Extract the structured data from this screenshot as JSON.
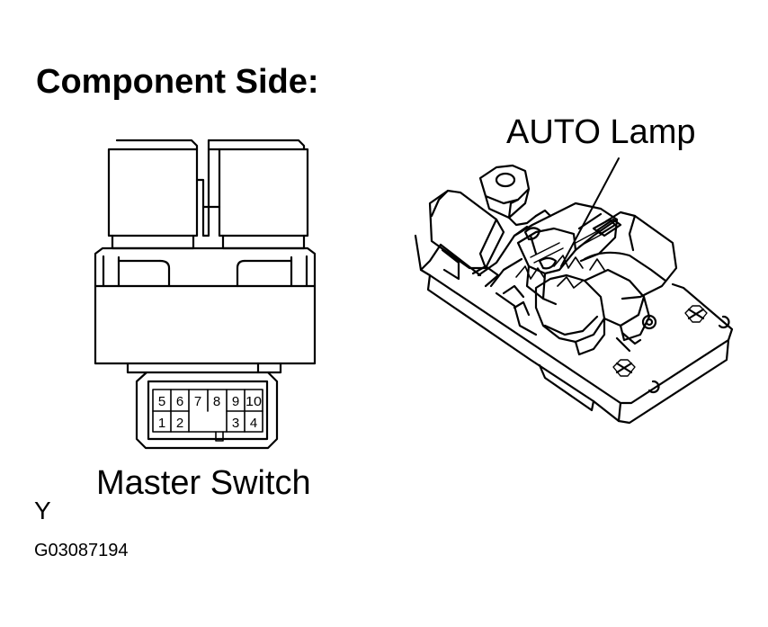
{
  "heading": "Component Side:",
  "callout_label": "AUTO Lamp",
  "component_label": "Master Switch",
  "corner_letter": "Y",
  "figure_code": "G03087194",
  "connector": {
    "top_row": [
      "5",
      "6",
      "7",
      "8",
      "9",
      "10"
    ],
    "bottom_row": [
      "1",
      "2",
      "",
      "",
      "3",
      "4"
    ]
  }
}
